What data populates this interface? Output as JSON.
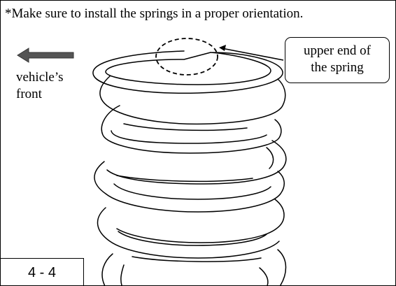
{
  "instruction": {
    "note": "*Make sure to install the springs in a proper orientation."
  },
  "callout": {
    "line1": "upper end of",
    "line2": "the spring"
  },
  "direction": {
    "line1": "vehicle’s",
    "line2": "front"
  },
  "page": {
    "number": "4 - 4"
  },
  "colors": {
    "arrow_fill": "#555555",
    "stroke": "#000000"
  },
  "icons": {
    "direction_arrow": "left-arrow-icon"
  }
}
